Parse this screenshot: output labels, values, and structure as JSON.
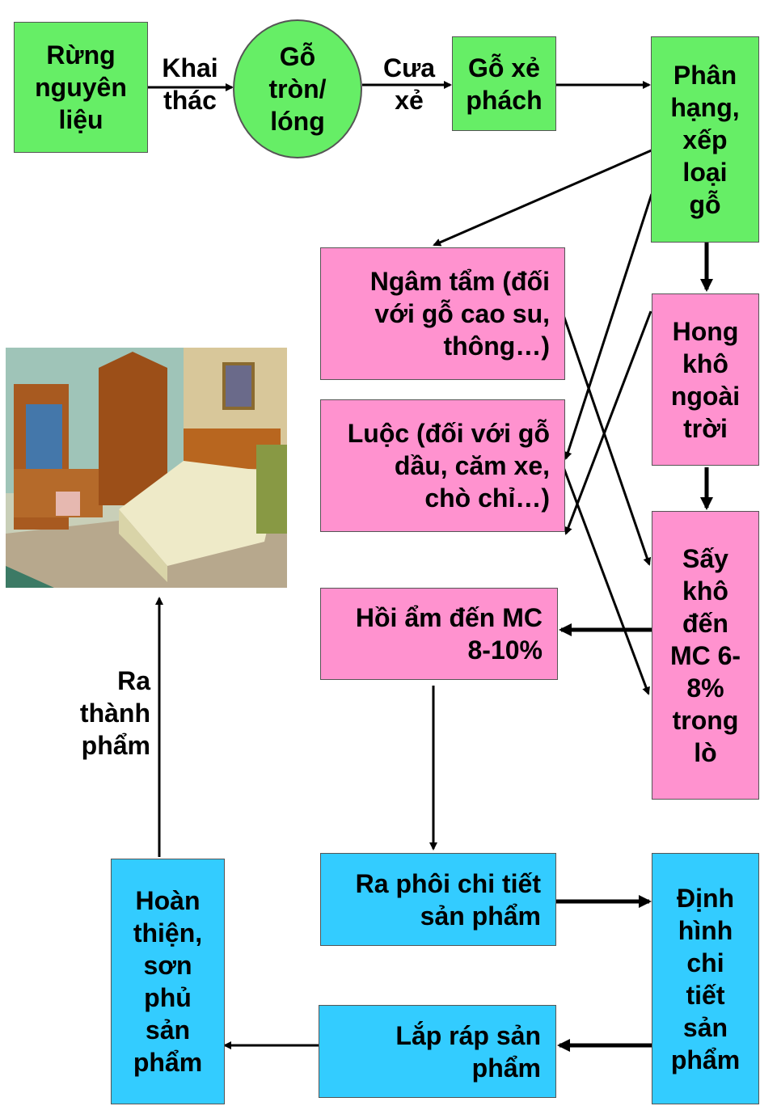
{
  "nodes": {
    "rung": "Rừng\nnguyên\nliệu",
    "go_tron": "Gỗ\ntròn/\nlóng",
    "go_xe": "Gỗ xẻ\nphách",
    "phan_hang": "Phân\nhạng,\nxếp\nloại\ngỗ",
    "ngam_tam": "Ngâm tẩm (đối\nvới gỗ cao su,\nthông…)",
    "hong_kho": "Hong\nkhô\nngoài\ntrời",
    "luoc": "Luộc (đối với gỗ\ndầu, căm xe,\nchò chỉ…)",
    "say_kho": "Sấy\nkhô\nđến\nMC 6-\n8%\ntrong\nlò",
    "hoi_am": "Hồi ẩm đến MC\n8-10%",
    "ra_phoi": "Ra phôi chi tiết\nsản phẩm",
    "dinh_hinh": "Định\nhình\nchi\ntiết\nsản\nphẩm",
    "lap_rap": "Lắp ráp sản\nphẩm",
    "hoan_thien": "Hoàn\nthiện,\nsơn\nphủ\nsản\nphẩm"
  },
  "edge_labels": {
    "khai_thac": "Khai\nthác",
    "cua_xe": "Cưa\nxẻ",
    "ra_thanh_pham": "Ra\nthành\nphẩm"
  },
  "colors": {
    "green": "#66ee66",
    "pink": "#ff92cf",
    "blue": "#33ccff"
  },
  "image": "bedroom-furniture-photo"
}
